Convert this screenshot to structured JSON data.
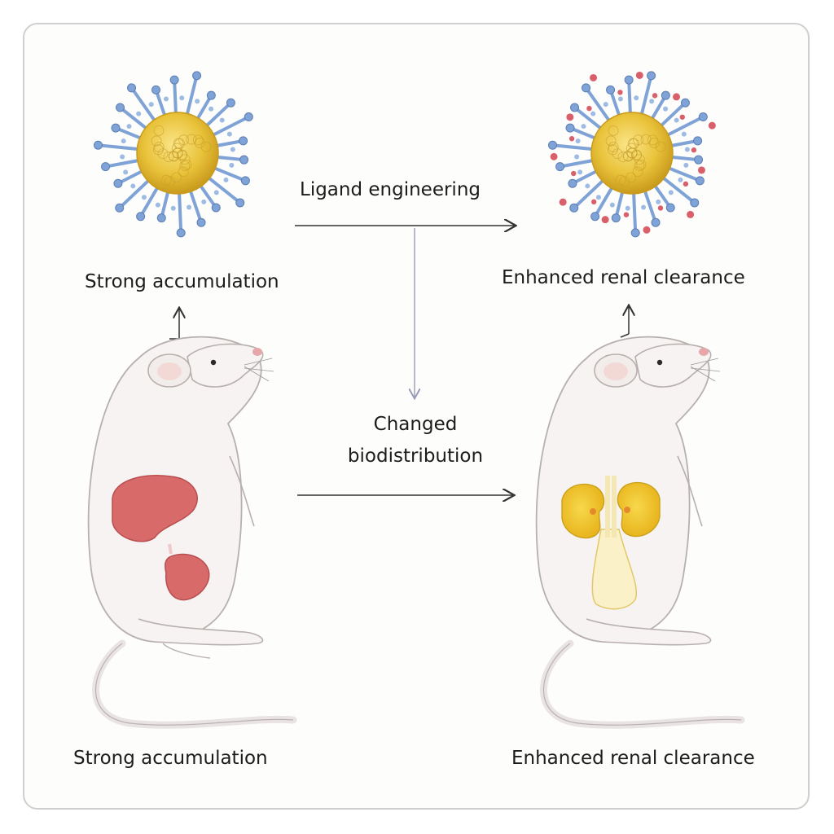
{
  "diagram": {
    "top_left_caption": "Strong accumulation",
    "top_right_caption": "Enhanced renal clearance",
    "middle_arrow_label": "Ligand engineering",
    "center_label_line1": "Changed",
    "center_label_line2": "biodistribution",
    "bottom_left_caption": "Strong accumulation",
    "bottom_right_caption": "Enhanced renal clearance"
  },
  "colors": {
    "core": "#e8c43a",
    "ligand_blue": "#7fa3d6",
    "ligand_red": "#d9606a",
    "organ_liver": "#d86a6a",
    "kidney": "#f0c52a",
    "mouse_body": "#f5f2f1"
  },
  "icons": [
    "nanoparticle-icon",
    "engineered-nanoparticle-icon",
    "mouse-liver-icon",
    "mouse-kidney-icon"
  ]
}
